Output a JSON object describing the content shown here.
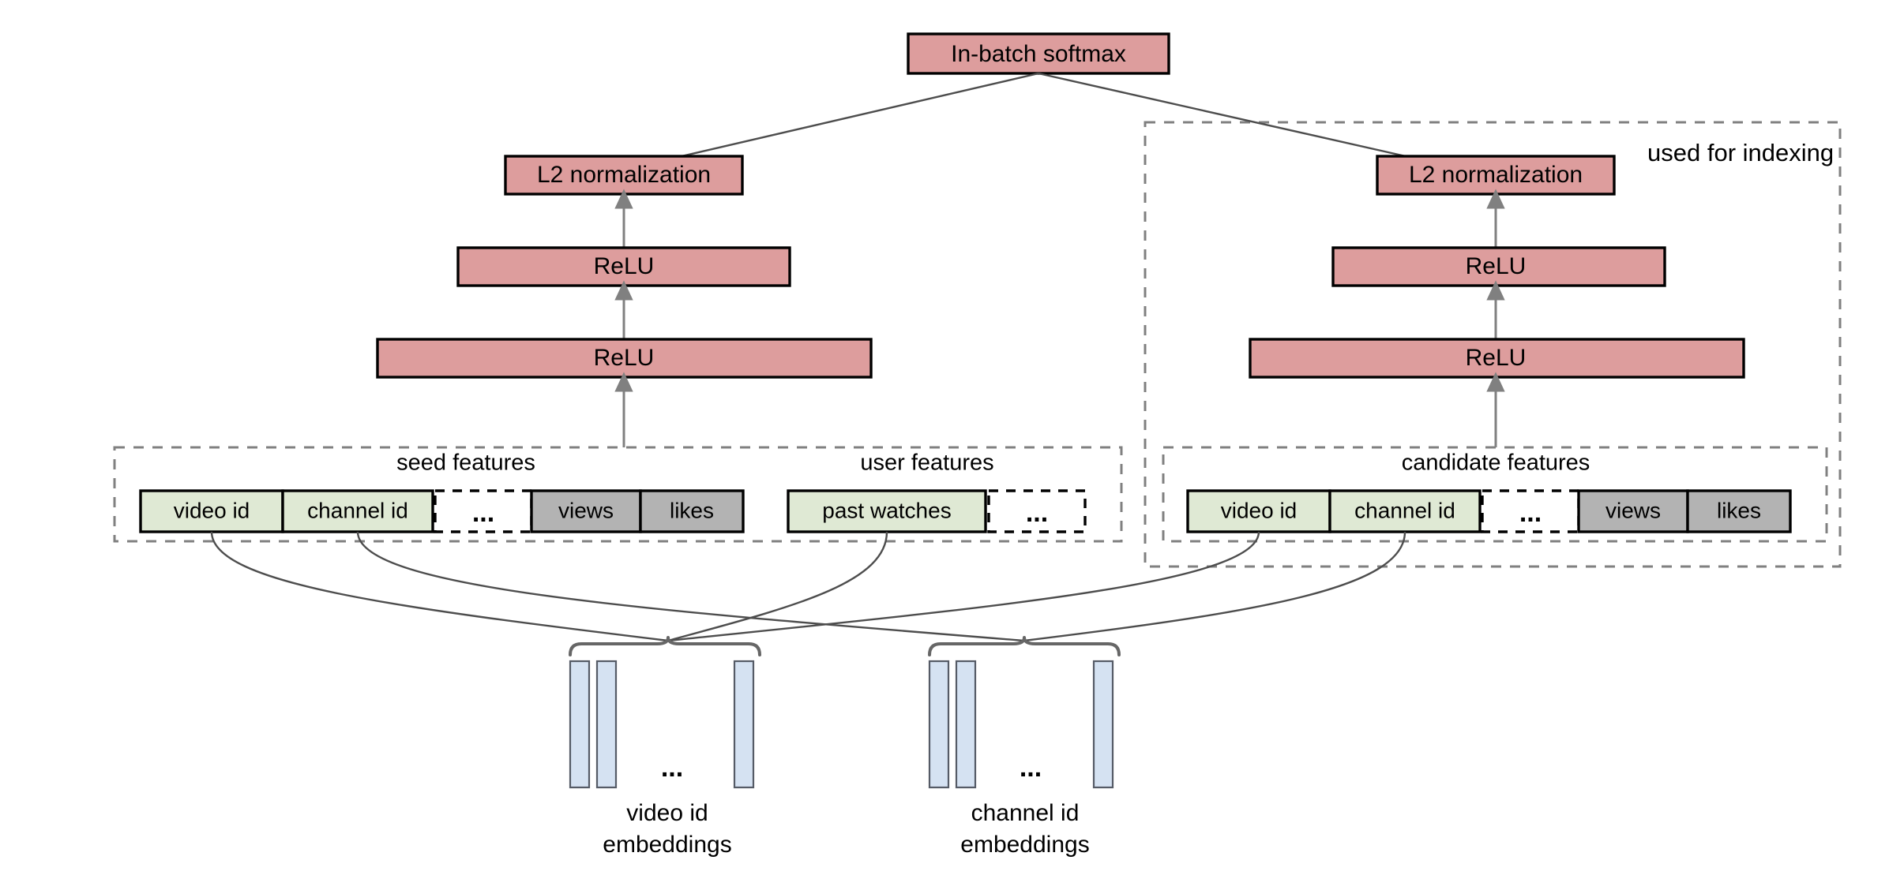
{
  "diagram": {
    "title_box": {
      "label": "In-batch softmax"
    },
    "annotation": {
      "line1": "used for indexing"
    },
    "colors": {
      "process": "#dd9d9d",
      "id_feature": "#dfe9d4",
      "dense_feature": "#b3b3b3",
      "embedding": "#d5e2f2",
      "dashed_border": "#808080",
      "connector": "#4d4d4d"
    },
    "left_tower": {
      "layers": [
        {
          "label": "L2 normalization"
        },
        {
          "label": "ReLU"
        },
        {
          "label": "ReLU"
        }
      ],
      "feature_groups": [
        {
          "title": "seed features",
          "features": [
            {
              "label": "video id",
              "kind": "id"
            },
            {
              "label": "channel id",
              "kind": "id"
            },
            {
              "label": "...",
              "kind": "ellipsis"
            },
            {
              "label": "views",
              "kind": "dense"
            },
            {
              "label": "likes",
              "kind": "dense"
            }
          ]
        },
        {
          "title": "user features",
          "features": [
            {
              "label": "past watches",
              "kind": "id"
            },
            {
              "label": "...",
              "kind": "ellipsis"
            }
          ]
        }
      ]
    },
    "right_tower": {
      "layers": [
        {
          "label": "L2 normalization"
        },
        {
          "label": "ReLU"
        },
        {
          "label": "ReLU"
        }
      ],
      "feature_groups": [
        {
          "title": "candidate features",
          "features": [
            {
              "label": "video id",
              "kind": "id"
            },
            {
              "label": "channel id",
              "kind": "id"
            },
            {
              "label": "...",
              "kind": "ellipsis"
            },
            {
              "label": "views",
              "kind": "dense"
            },
            {
              "label": "likes",
              "kind": "dense"
            }
          ]
        }
      ]
    },
    "embedding_tables": [
      {
        "caption_line1": "video id",
        "caption_line2": "embeddings",
        "bars": 3,
        "ellipsis": "..."
      },
      {
        "caption_line1": "channel  id",
        "caption_line2": "embeddings",
        "bars": 3,
        "ellipsis": "..."
      }
    ]
  }
}
